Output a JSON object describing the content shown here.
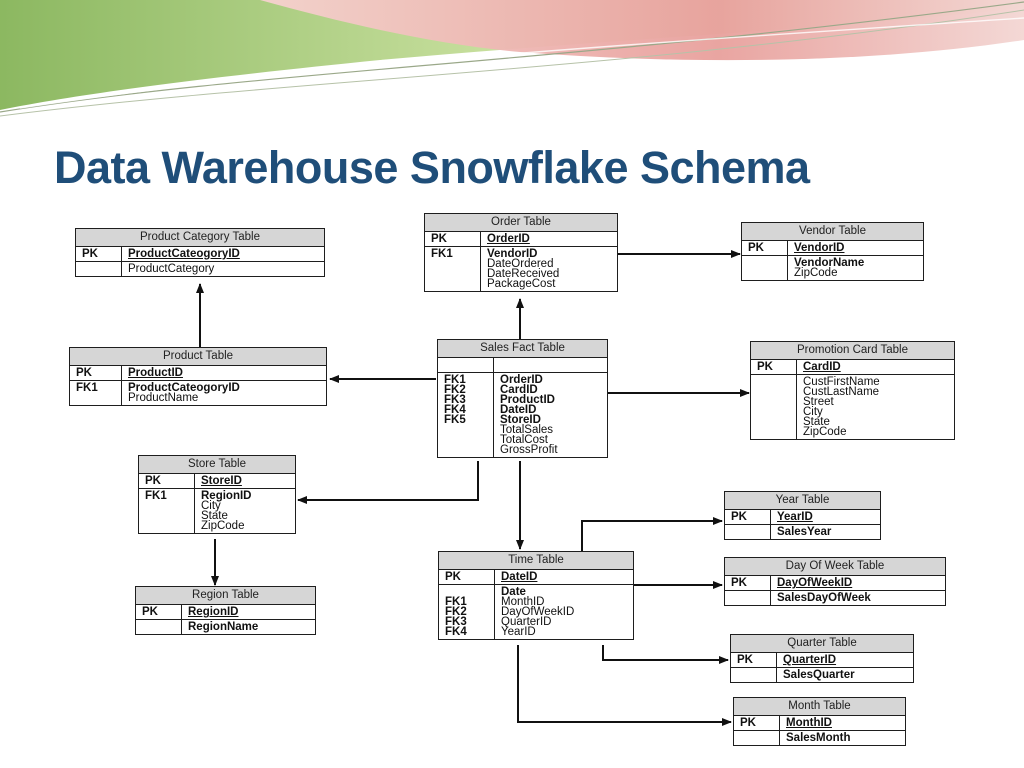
{
  "slide": {
    "title": "Data Warehouse Snowflake Schema"
  },
  "colors": {
    "title": "#1F4E79",
    "table_header": "#d6d6d6",
    "line": "#111111",
    "banner_green": "#b9d48a",
    "banner_pink": "#e79a9a"
  },
  "tables": {
    "product_category": {
      "title": "Product Category Table",
      "rows": [
        {
          "keys": [
            "PK"
          ],
          "fields": [
            {
              "text": "ProductCateogoryID",
              "style": "u"
            }
          ]
        },
        {
          "keys": [
            ""
          ],
          "fields": [
            {
              "text": "ProductCategory",
              "style": "n"
            }
          ]
        }
      ]
    },
    "order": {
      "title": "Order Table",
      "rows": [
        {
          "keys": [
            "PK"
          ],
          "fields": [
            {
              "text": "OrderID",
              "style": "u"
            }
          ]
        },
        {
          "keys": [
            "FK1"
          ],
          "fields": [
            {
              "text": "VendorID",
              "style": "b"
            },
            {
              "text": "DateOrdered",
              "style": "n"
            },
            {
              "text": "DateReceived",
              "style": "n"
            },
            {
              "text": "PackageCost",
              "style": "n"
            }
          ]
        }
      ]
    },
    "vendor": {
      "title": "Vendor Table",
      "rows": [
        {
          "keys": [
            "PK"
          ],
          "fields": [
            {
              "text": "VendorID",
              "style": "u"
            }
          ]
        },
        {
          "keys": [
            ""
          ],
          "fields": [
            {
              "text": "VendorName",
              "style": "b"
            },
            {
              "text": "ZipCode",
              "style": "n"
            }
          ]
        }
      ]
    },
    "product": {
      "title": "Product Table",
      "rows": [
        {
          "keys": [
            "PK"
          ],
          "fields": [
            {
              "text": "ProductID",
              "style": "u"
            }
          ]
        },
        {
          "keys": [
            "FK1"
          ],
          "fields": [
            {
              "text": "ProductCateogoryID",
              "style": "b"
            },
            {
              "text": "ProductName",
              "style": "n"
            }
          ]
        }
      ]
    },
    "sales_fact": {
      "title": "Sales Fact Table",
      "rows": [
        {
          "keys": [
            ""
          ],
          "fields": []
        },
        {
          "keys": [
            "FK1",
            "FK2",
            "FK3",
            "FK4",
            "FK5"
          ],
          "fields": [
            {
              "text": "OrderID",
              "style": "b"
            },
            {
              "text": "CardID",
              "style": "b"
            },
            {
              "text": "ProductID",
              "style": "b"
            },
            {
              "text": "DateID",
              "style": "b"
            },
            {
              "text": "StoreID",
              "style": "b"
            },
            {
              "text": "TotalSales",
              "style": "n"
            },
            {
              "text": "TotalCost",
              "style": "n"
            },
            {
              "text": "GrossProfit",
              "style": "n"
            }
          ]
        }
      ]
    },
    "promotion_card": {
      "title": "Promotion Card Table",
      "rows": [
        {
          "keys": [
            "PK"
          ],
          "fields": [
            {
              "text": "CardID",
              "style": "u"
            }
          ]
        },
        {
          "keys": [
            ""
          ],
          "fields": [
            {
              "text": "CustFirstName",
              "style": "n"
            },
            {
              "text": "CustLastName",
              "style": "n"
            },
            {
              "text": "Street",
              "style": "n"
            },
            {
              "text": "City",
              "style": "n"
            },
            {
              "text": "State",
              "style": "n"
            },
            {
              "text": "ZipCode",
              "style": "n"
            }
          ]
        }
      ]
    },
    "store": {
      "title": "Store Table",
      "rows": [
        {
          "keys": [
            "PK"
          ],
          "fields": [
            {
              "text": "StoreID",
              "style": "u"
            }
          ]
        },
        {
          "keys": [
            "FK1"
          ],
          "fields": [
            {
              "text": "RegionID",
              "style": "b"
            },
            {
              "text": "City",
              "style": "n"
            },
            {
              "text": "State",
              "style": "n"
            },
            {
              "text": "ZipCode",
              "style": "n"
            }
          ]
        }
      ]
    },
    "year": {
      "title": "Year Table",
      "rows": [
        {
          "keys": [
            "PK"
          ],
          "fields": [
            {
              "text": "YearID",
              "style": "u"
            }
          ]
        },
        {
          "keys": [
            ""
          ],
          "fields": [
            {
              "text": "SalesYear",
              "style": "b"
            }
          ]
        }
      ]
    },
    "time": {
      "title": "Time Table",
      "rows": [
        {
          "keys": [
            "PK"
          ],
          "fields": [
            {
              "text": "DateID",
              "style": "u"
            }
          ]
        },
        {
          "keys": [
            "",
            "FK1",
            "FK2",
            "FK3",
            "FK4"
          ],
          "fields": [
            {
              "text": "Date",
              "style": "b"
            },
            {
              "text": "MonthID",
              "style": "n"
            },
            {
              "text": "DayOfWeekID",
              "style": "n"
            },
            {
              "text": "QuarterID",
              "style": "n"
            },
            {
              "text": "YearID",
              "style": "n"
            }
          ]
        }
      ]
    },
    "day_of_week": {
      "title": "Day Of Week Table",
      "rows": [
        {
          "keys": [
            "PK"
          ],
          "fields": [
            {
              "text": "DayOfWeekID",
              "style": "u"
            }
          ]
        },
        {
          "keys": [
            ""
          ],
          "fields": [
            {
              "text": "SalesDayOfWeek",
              "style": "b"
            }
          ]
        }
      ]
    },
    "region": {
      "title": "Region Table",
      "rows": [
        {
          "keys": [
            "PK"
          ],
          "fields": [
            {
              "text": "RegionID",
              "style": "u"
            }
          ]
        },
        {
          "keys": [
            ""
          ],
          "fields": [
            {
              "text": "RegionName",
              "style": "b"
            }
          ]
        }
      ]
    },
    "quarter": {
      "title": "Quarter Table",
      "rows": [
        {
          "keys": [
            "PK"
          ],
          "fields": [
            {
              "text": "QuarterID",
              "style": "u"
            }
          ]
        },
        {
          "keys": [
            ""
          ],
          "fields": [
            {
              "text": "SalesQuarter",
              "style": "b"
            }
          ]
        }
      ]
    },
    "month": {
      "title": "Month Table",
      "rows": [
        {
          "keys": [
            "PK"
          ],
          "fields": [
            {
              "text": "MonthID",
              "style": "u"
            }
          ]
        },
        {
          "keys": [
            ""
          ],
          "fields": [
            {
              "text": "SalesMonth",
              "style": "b"
            }
          ]
        }
      ]
    }
  },
  "relationships": [
    {
      "from": "product",
      "to": "product_category"
    },
    {
      "from": "sales_fact",
      "to": "order"
    },
    {
      "from": "order",
      "to": "vendor"
    },
    {
      "from": "sales_fact",
      "to": "product"
    },
    {
      "from": "sales_fact",
      "to": "promotion_card"
    },
    {
      "from": "sales_fact",
      "to": "store"
    },
    {
      "from": "sales_fact",
      "to": "time"
    },
    {
      "from": "store",
      "to": "region"
    },
    {
      "from": "time",
      "to": "year"
    },
    {
      "from": "time",
      "to": "day_of_week"
    },
    {
      "from": "time",
      "to": "quarter"
    },
    {
      "from": "time",
      "to": "month"
    }
  ]
}
